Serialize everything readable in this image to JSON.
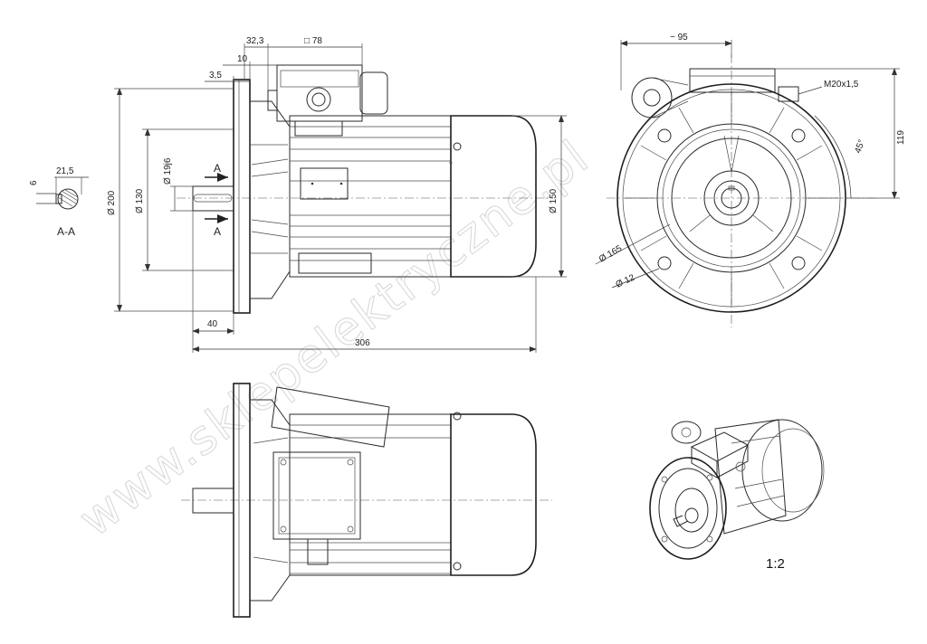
{
  "drawing": {
    "watermark": "www.sklepelektryczne.pl",
    "scale": "1:2",
    "section_label": "A-A",
    "section_marker": "A",
    "dimensions": {
      "d_32_3": "32,3",
      "sq_78": "□ 78",
      "d_10": "10",
      "d_3_5": "3,5",
      "d_6": "6",
      "d_21_5": "21,5",
      "dia_200": "Ø 200",
      "dia_130": "Ø 130",
      "dia_19": "Ø 19j6",
      "dia_150": "Ø 150",
      "d_40": "40",
      "d_306": "306",
      "approx_95": "~ 95",
      "thread": "M20x1,5",
      "d_119": "119",
      "angle_45": "45°",
      "dia_165": "Ø 165",
      "dia_12": "Ø 12"
    }
  }
}
